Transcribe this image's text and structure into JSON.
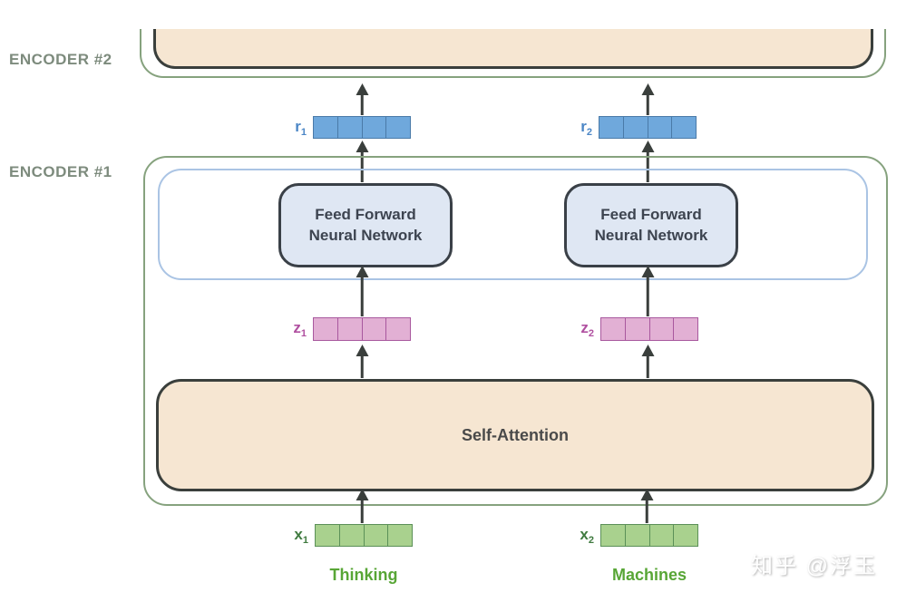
{
  "title": "Transformer encoder stack diagram",
  "encoder_labels": {
    "top": "ENCODER #2",
    "bottom": "ENCODER #1"
  },
  "blocks": {
    "ffnn_line1": "Feed Forward",
    "ffnn_line2": "Neural Network",
    "self_attention": "Self-Attention"
  },
  "columns": [
    {
      "word": "Thinking",
      "r_base": "r",
      "r_sub": "1",
      "z_base": "z",
      "z_sub": "1",
      "x_base": "x",
      "x_sub": "1"
    },
    {
      "word": "Machines",
      "r_base": "r",
      "r_sub": "2",
      "z_base": "z",
      "z_sub": "2",
      "x_base": "x",
      "x_sub": "2"
    }
  ],
  "vector_cells_per_box": 4,
  "colors": {
    "encoder_border": "#86a27e",
    "inner_container_border": "#aac4e4",
    "block_border": "#3a4047",
    "tan_fill": "#f6e6d2",
    "ffnn_fill": "#dfe7f3",
    "arrow": "#3a3f3c",
    "r_fill": "#6fa8dc",
    "r_border": "#4a7aa8",
    "r_label_color": "#4b86c6",
    "z_fill": "#e2b0d4",
    "z_border": "#a8589e",
    "z_label_color": "#b050a0",
    "x_fill": "#a9d18e",
    "x_border": "#5b9058",
    "x_label_color": "#3f7a3f",
    "word_color": "#58a636",
    "encoder_label_color": "#7d8b7d"
  },
  "watermark": "知乎 @浮玉"
}
